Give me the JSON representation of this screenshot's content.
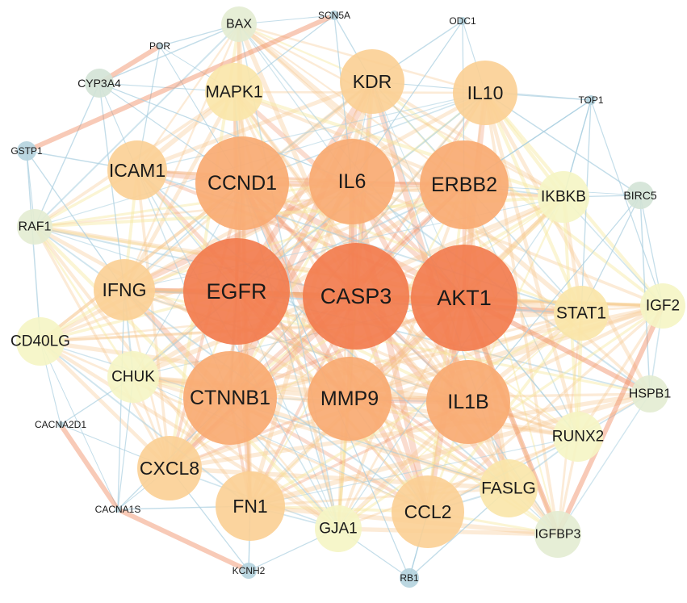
{
  "colors": {
    "tier1": "#f27c4e",
    "tier2": "#f8aa72",
    "tier3": "#fbcf93",
    "tier4": "#fae5a8",
    "tier5": "#f5f5c4",
    "tier6": "#e3ecd2",
    "tier7": "#d3e3d6",
    "tier8": "#b4d3de",
    "edge_warm": "#f08a60",
    "edge_light": "#f6c68c",
    "edge_yellow": "#f6e9a0",
    "edge_blue": "#a9cfe0"
  },
  "nodes": [
    {
      "id": "AKT1",
      "label": "AKT1",
      "tier": 1
    },
    {
      "id": "CASP3",
      "label": "CASP3",
      "tier": 1
    },
    {
      "id": "EGFR",
      "label": "EGFR",
      "tier": 1
    },
    {
      "id": "CCND1",
      "label": "CCND1",
      "tier": 2
    },
    {
      "id": "IL6",
      "label": "IL6",
      "tier": 2
    },
    {
      "id": "ERBB2",
      "label": "ERBB2",
      "tier": 2
    },
    {
      "id": "CTNNB1",
      "label": "CTNNB1",
      "tier": 2
    },
    {
      "id": "MMP9",
      "label": "MMP9",
      "tier": 2
    },
    {
      "id": "IL1B",
      "label": "IL1B",
      "tier": 2
    },
    {
      "id": "KDR",
      "label": "KDR",
      "tier": 3
    },
    {
      "id": "IL10",
      "label": "IL10",
      "tier": 3
    },
    {
      "id": "CXCL8",
      "label": "CXCL8",
      "tier": 3
    },
    {
      "id": "FN1",
      "label": "FN1",
      "tier": 3
    },
    {
      "id": "CCL2",
      "label": "CCL2",
      "tier": 3
    },
    {
      "id": "IFNG",
      "label": "IFNG",
      "tier": 3
    },
    {
      "id": "ICAM1",
      "label": "ICAM1",
      "tier": 3
    },
    {
      "id": "MAPK1",
      "label": "MAPK1",
      "tier": 4
    },
    {
      "id": "STAT1",
      "label": "STAT1",
      "tier": 4
    },
    {
      "id": "FASLG",
      "label": "FASLG",
      "tier": 4
    },
    {
      "id": "CHUK",
      "label": "CHUK",
      "tier": 5
    },
    {
      "id": "IKBKB",
      "label": "IKBKB",
      "tier": 5
    },
    {
      "id": "RUNX2",
      "label": "RUNX2",
      "tier": 5
    },
    {
      "id": "GJA1",
      "label": "GJA1",
      "tier": 5
    },
    {
      "id": "CD40LG",
      "label": "CD40LG",
      "tier": 5
    },
    {
      "id": "IGF2",
      "label": "IGF2",
      "tier": 5
    },
    {
      "id": "IGFBP3",
      "label": "IGFBP3",
      "tier": 6
    },
    {
      "id": "HSPB1",
      "label": "HSPB1",
      "tier": 6
    },
    {
      "id": "RAF1",
      "label": "RAF1",
      "tier": 6
    },
    {
      "id": "BAX",
      "label": "BAX",
      "tier": 6
    },
    {
      "id": "CYP3A4",
      "label": "CYP3A4",
      "tier": 7
    },
    {
      "id": "BIRC5",
      "label": "BIRC5",
      "tier": 7
    },
    {
      "id": "GSTP1",
      "label": "GSTP1",
      "tier": 8
    },
    {
      "id": "RB1",
      "label": "RB1",
      "tier": 8
    },
    {
      "id": "KCNH2",
      "label": "KCNH2",
      "tier": 8
    },
    {
      "id": "SCN5A",
      "label": "SCN5A",
      "tier": 8
    },
    {
      "id": "ODC1",
      "label": "ODC1",
      "tier": 8
    },
    {
      "id": "TOP1",
      "label": "TOP1",
      "tier": 8
    },
    {
      "id": "POR",
      "label": "POR",
      "tier": 8
    },
    {
      "id": "CACNA2D1",
      "label": "CACNA2D1",
      "tier": 8
    },
    {
      "id": "CACNA1S",
      "label": "CACNA1S",
      "tier": 8
    }
  ],
  "special_edges": [
    [
      "POR",
      "CYP3A4"
    ],
    [
      "CACNA2D1",
      "CACNA1S"
    ],
    [
      "CACNA1S",
      "KCNH2"
    ],
    [
      "SCN5A",
      "GSTP1"
    ],
    [
      "ODC1",
      "IL6"
    ],
    [
      "TOP1",
      "ERBB2"
    ],
    [
      "TOP1",
      "IKBKB"
    ],
    [
      "RB1",
      "CCL2"
    ],
    [
      "RB1",
      "CCND1"
    ],
    [
      "IGFBP3",
      "IGF2"
    ],
    [
      "IGFBP3",
      "AKT1"
    ],
    [
      "HSPB1",
      "AKT1"
    ],
    [
      "BIRC5",
      "IL1B"
    ],
    [
      "CYP3A4",
      "IL6"
    ],
    [
      "KCNH2",
      "FN1"
    ]
  ]
}
